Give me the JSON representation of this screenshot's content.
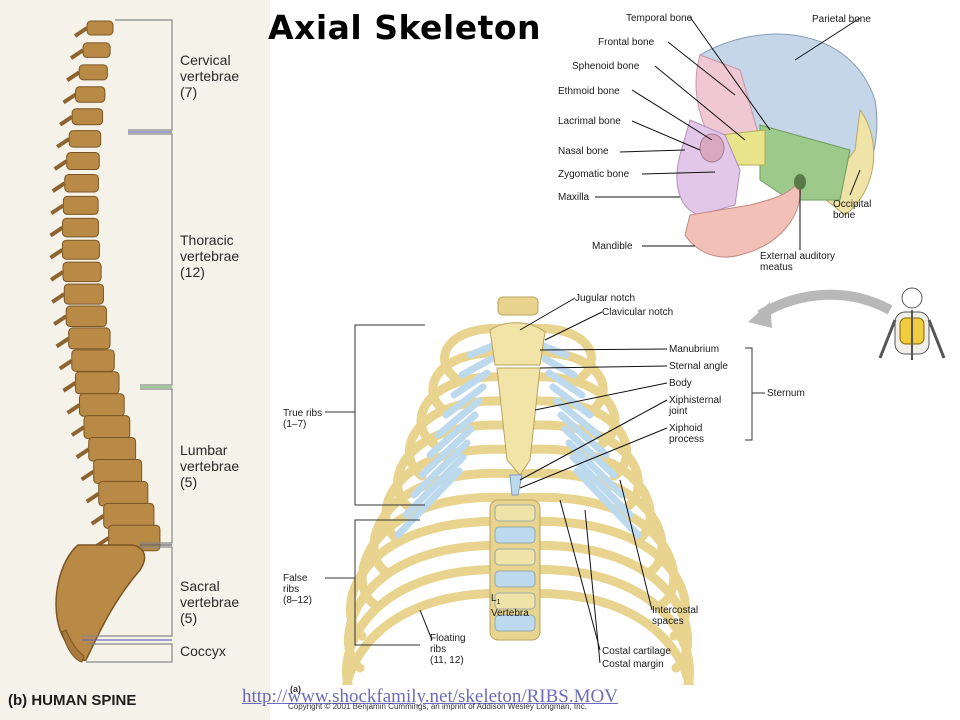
{
  "title": "Axial Skeleton",
  "spine": {
    "labels": [
      {
        "line1": "Cervical",
        "line2": "vertebrae",
        "line3": "(7)"
      },
      {
        "line1": "Thoracic",
        "line2": "vertebrae",
        "line3": "(12)"
      },
      {
        "line1": "Lumbar",
        "line2": "vertebrae",
        "line3": "(5)"
      },
      {
        "line1": "Sacral",
        "line2": "vertebrae",
        "line3": "(5)"
      },
      {
        "line1": "Coccyx"
      }
    ],
    "caption": "(b)  HUMAN SPINE"
  },
  "skull": {
    "labels": [
      "Temporal bone",
      "Parietal bone",
      "Frontal bone",
      "Sphenoid bone",
      "Ethmoid bone",
      "Lacrimal bone",
      "Nasal bone",
      "Zygomatic bone",
      "Maxilla",
      "Mandible",
      "Occipital",
      "bone",
      "External auditory",
      "meatus"
    ]
  },
  "ribcage": {
    "labels": [
      "Jugular notch",
      "Clavicular notch",
      "Manubrium",
      "Sternal angle",
      "Body",
      "Xiphisternal",
      "joint",
      "Xiphoid",
      "process",
      "Sternum",
      "True ribs",
      "(1–7)",
      "False",
      "ribs",
      "(8–12)",
      "Floating",
      "ribs",
      "(11, 12)",
      "Intercostal",
      "spaces",
      "Costal cartilage",
      "Costal margin",
      "L",
      "1",
      "Vertebra"
    ],
    "fig_label": "(a)",
    "copyright": "Copyright © 2001 Benjamin Cummings, an imprint of Addison Wesley Longman, Inc."
  },
  "link": {
    "url": "http://www.shockfamily.net/skeleton/RIBS.MOV"
  },
  "colors": {
    "bone": "#e8d48f",
    "vertebra": "#b98a45",
    "cartilage": "#bcd9ee",
    "parietal": "#c5d6e8",
    "frontal": "#f0c8d4",
    "temporal": "#9dc98a",
    "sphenoid": "#e8e48a",
    "facial": "#e3c7e8",
    "mandible": "#f3c0b8"
  }
}
